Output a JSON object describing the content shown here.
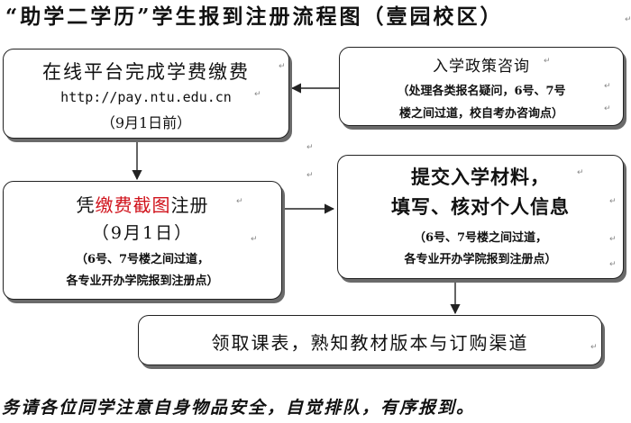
{
  "title": "“助学二学历”学生报到注册流程图（壹园校区）",
  "box_pay": {
    "line1": "在线平台完成学费缴费",
    "line2": "http://pay.ntu.edu.cn",
    "line3": "（9月1日前）"
  },
  "box_policy": {
    "line1": "入学政策咨询",
    "line2": "（处理各类报名疑问，6号、7号",
    "line3": "楼之间过道，校自考办咨询点）"
  },
  "box_register": {
    "line1_prefix": "凭",
    "line1_red": "缴费截图",
    "line1_suffix": "注册",
    "line2": "（9月1日）",
    "line3": "（6号、7号楼之间过道，",
    "line4": "各专业开办学院报到注册点）"
  },
  "box_submit": {
    "line1": "提交入学材料，",
    "line2": "填写、核对个人信息",
    "line3": "（6号、7号楼之间过道，",
    "line4": "各专业开办学院报到注册点）"
  },
  "box_collect": {
    "line1": "领取课表，熟知教材版本与订购渠道"
  },
  "footer_note": "务请各位同学注意自身物品安全，自觉排队，有序报到。",
  "colors": {
    "red": "#d0121b",
    "shadow": "#6a6a6a",
    "border": "#222222"
  },
  "mark_glyph": "↵"
}
